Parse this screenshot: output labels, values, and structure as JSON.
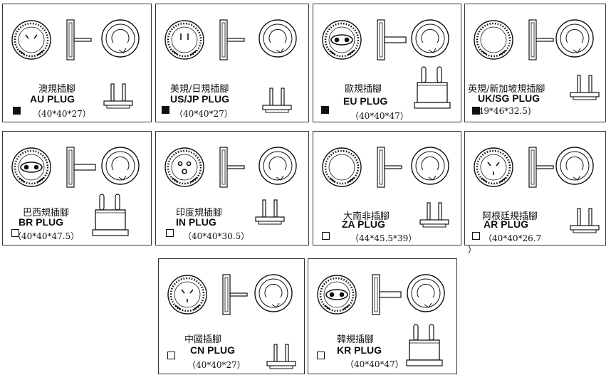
{
  "cards": [
    {
      "cn": "澳規插腳",
      "en": "AU PLUG",
      "dim": "（40*40*27）",
      "selected": true,
      "icon": "au-plug-icon"
    },
    {
      "cn": "美規/日規插腳",
      "en": "US/JP PLUG",
      "dim": "（40*40*27）",
      "selected": true,
      "icon": "us-jp-plug-icon"
    },
    {
      "cn": "歐規插腳",
      "en": "EU PLUG",
      "dim": "（40*40*47）",
      "selected": true,
      "icon": "eu-plug-icon"
    },
    {
      "cn": "英規/新加坡規插腳",
      "en": "UK/SG PLUG",
      "dim": "(49*46*32.5)",
      "selected": true,
      "icon": "uk-sg-plug-icon"
    },
    {
      "cn": "巴西規插腳",
      "en": "BR PLUG",
      "dim": "（40*40*47.5）",
      "selected": false,
      "icon": "br-plug-icon"
    },
    {
      "cn": "印度規插腳",
      "en": "IN PLUG",
      "dim": "（40*40*30.5）",
      "selected": false,
      "icon": "in-plug-icon"
    },
    {
      "cn": "大南非插腳",
      "en": "ZA PLUG",
      "dim": "（44*45.5*39）",
      "selected": false,
      "icon": "za-plug-icon"
    },
    {
      "cn": "阿根廷規插腳",
      "en": "AR PLUG",
      "dim": "（40*40*26.7",
      "dim2": "）",
      "selected": false,
      "icon": "ar-plug-icon"
    },
    {
      "cn": "中國插腳",
      "en": "CN PLUG",
      "dim": "（40*40*27）",
      "selected": false,
      "icon": "cn-plug-icon"
    },
    {
      "cn": "韓規插腳",
      "en": "KR PLUG",
      "dim": "（40*40*47）",
      "selected": false,
      "icon": "kr-plug-icon"
    }
  ]
}
